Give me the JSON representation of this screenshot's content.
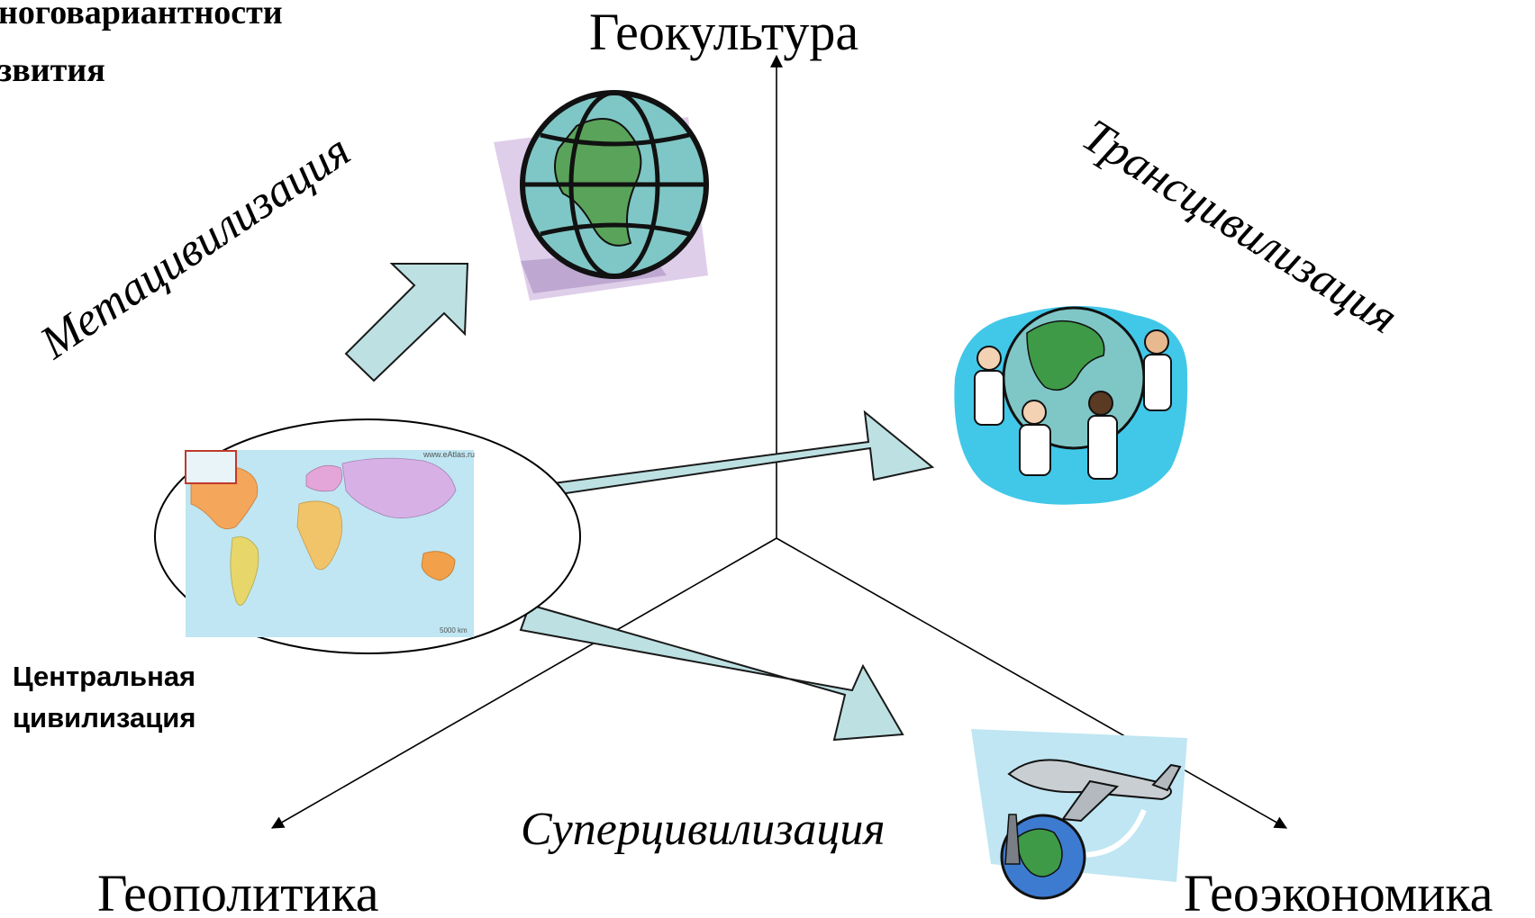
{
  "title": {
    "line1": "ноговариантности",
    "line2": "звития"
  },
  "axes": {
    "geoculture": "Геокультура",
    "geopolitics": "Геополитика",
    "geoeconomics": "Геоэкономика"
  },
  "civilizations": {
    "meta": "Метацивилизация",
    "trans": "Трансцивилизация",
    "super": "Суперцивилизация"
  },
  "center": {
    "line1": "Центральная",
    "line2": "цивилизация"
  },
  "map_watermark": "www.eAtlas.ru",
  "map_scale": "5000 km",
  "colors": {
    "arrow_fill": "#bde1e3",
    "globe_ocean": "#7fc7c6",
    "globe_land": "#5aa35a",
    "sea_background": "#bfe6f2",
    "clipart_back": "#d9c6e6"
  },
  "icons": {
    "meta": "globe-clipart",
    "trans": "people-around-globe-clipart",
    "super": "airplane-globe-clipart",
    "center": "world-map"
  }
}
